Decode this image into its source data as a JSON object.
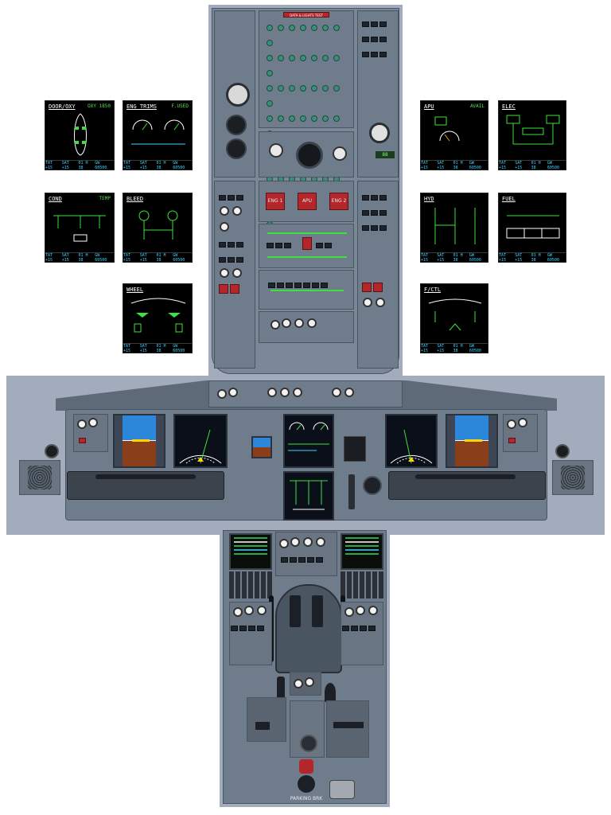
{
  "overhead": {
    "annunciator_label": "DATA & LIGHTS TEST",
    "eng_fire_labels": [
      "ENG 1",
      "APU",
      "ENG 2"
    ],
    "apu_display": "88"
  },
  "ecam_left": [
    {
      "title": "DOOR/OXY",
      "sub": "OXY 1850",
      "footer": [
        "TAT +15",
        "SAT +15",
        "01 H 38",
        "GW 60500"
      ]
    },
    {
      "title": "ENG TRIMS",
      "sub": "F.USED",
      "footer": [
        "TAT +15",
        "SAT +15",
        "01 H 38",
        "GW 60500"
      ]
    },
    {
      "title": "COND",
      "sub": "TEMP",
      "footer": [
        "TAT +15",
        "SAT +15",
        "01 H 38",
        "GW 60500"
      ]
    },
    {
      "title": "BLEED",
      "sub": "",
      "footer": [
        "TAT +15",
        "SAT +15",
        "01 H 38",
        "GW 60500"
      ]
    },
    {
      "title": "WHEEL",
      "sub": "",
      "footer": [
        "TAT +15",
        "SAT +15",
        "01 H 38",
        "GW 60500"
      ]
    }
  ],
  "ecam_right": [
    {
      "title": "APU",
      "sub": "AVAIL",
      "footer": [
        "TAT +15",
        "SAT +15",
        "01 H 38",
        "GW 60500"
      ]
    },
    {
      "title": "ELEC",
      "sub": "",
      "footer": [
        "TAT +15",
        "SAT +15",
        "01 H 38",
        "GW 60500"
      ]
    },
    {
      "title": "HYD",
      "sub": "",
      "footer": [
        "TAT +15",
        "SAT +15",
        "01 H 38",
        "GW 60500"
      ]
    },
    {
      "title": "FUEL",
      "sub": "",
      "footer": [
        "TAT +15",
        "SAT +15",
        "01 H 38",
        "GW 60500"
      ]
    },
    {
      "title": "F/CTL",
      "sub": "",
      "footer": [
        "TAT +15",
        "SAT +15",
        "01 H 38",
        "GW 60500"
      ]
    }
  ],
  "main_panel": {
    "displays": [
      "PFD 1",
      "ND 1",
      "E/WD",
      "ND 2",
      "PFD 2",
      "SD"
    ]
  },
  "pedestal": {
    "mcdu_left": "MCDU 1",
    "mcdu_right": "MCDU 2",
    "parking_brk": "PARKING BRK"
  },
  "colors": {
    "panel": "#7a8796",
    "background_sheet": "#a2acbc",
    "ecam_green": "#3de03d",
    "ecam_cyan": "#3fd3ff",
    "fire_red": "#b3262a"
  }
}
